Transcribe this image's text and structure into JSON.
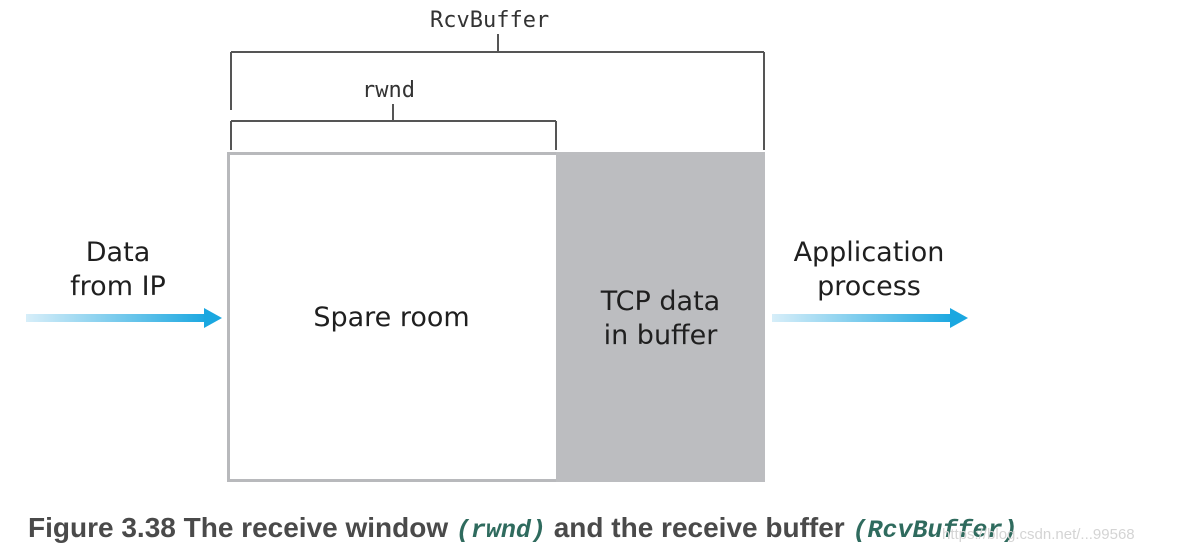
{
  "diagram": {
    "rcvbuffer_label": "RcvBuffer",
    "rwnd_label": "rwnd",
    "spare_room_label": "Spare room",
    "tcp_data_label_line1": "TCP data",
    "tcp_data_label_line2": "in buffer",
    "input_label_line1": "Data",
    "input_label_line2": "from IP",
    "output_label_line1": "Application",
    "output_label_line2": "process"
  },
  "caption": {
    "prefix": "Figure 3.38 The receive window ",
    "code1": "(rwnd)",
    "middle": " and the receive buffer ",
    "code2": "(RcvBuffer)"
  },
  "watermark": "https://blog.csdn.net/...99568",
  "colors": {
    "buffer_fill": "#bcbdc0",
    "border": "#b8b9bc",
    "arrow": "#1aa7e0",
    "caption": "#4a4a4a",
    "caption_code": "#2f6b5e"
  }
}
